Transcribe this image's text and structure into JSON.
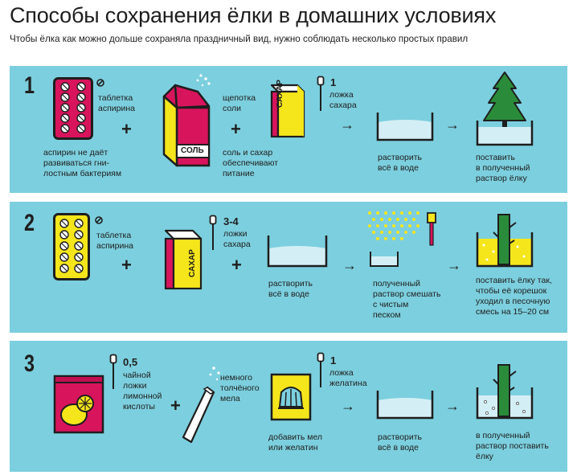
{
  "header": {
    "title": "Способы сохранения ёлки в домашних условиях",
    "subtitle": "Чтобы ёлка как можно дольше сохраняла праздничный вид, нужно соблюдать несколько простых правил"
  },
  "colors": {
    "panel": "#7ccfde",
    "magenta": "#d8145c",
    "yellow": "#f5e61c",
    "green": "#2a8c3a",
    "dark": "#1e1e1e",
    "water": "#d3eff5"
  },
  "steps": [
    {
      "number": "1",
      "aspirin_label": "таблетка\nаспирина",
      "aspirin_note": "аспирин не даёт\nразвиваться гни-\nлостным бактериям",
      "salt_label": "щепотка\nсоли",
      "salt_pack_text": "СОЛЬ",
      "salt_note": "соль и сахар\nобеспечивают\nпитание",
      "sugar_amount": "1",
      "sugar_label": "ложка\nсахара",
      "sugar_pack_text": "САХАР",
      "dissolve_label": "растворить\nвсё в воде",
      "final_label": "поставить\nв полученный\nраствор ёлку"
    },
    {
      "number": "2",
      "aspirin_label": "таблетка\nаспирина",
      "sugar_amount": "3-4",
      "sugar_label": "ложки\nсахара",
      "sugar_pack_text": "САХАР",
      "dissolve_label": "растворить\nвсё в воде",
      "mix_label": "полученный\nраствор смешать\nс чистым\nпеском",
      "final_label": "поставить ёлку так,\nчтобы её корешок\nуходил в песочную\nсмесь на 15–20 см"
    },
    {
      "number": "3",
      "citric_amount": "0,5",
      "citric_label": "чайной\nложки\nлимонной\nкислоты",
      "chalk_label": "немного\nтолчёного\nмела",
      "gelatin_amount": "1",
      "gelatin_label": "ложка\nжелатина",
      "gelatin_note": "добавить мел\nили желатин",
      "dissolve_label": "растворить\nвсё в воде",
      "final_label": "в полученный\nраствор поставить\nёлку"
    }
  ],
  "icons": {
    "pill": "pill-icon",
    "plus": "+",
    "arrow": "→"
  }
}
